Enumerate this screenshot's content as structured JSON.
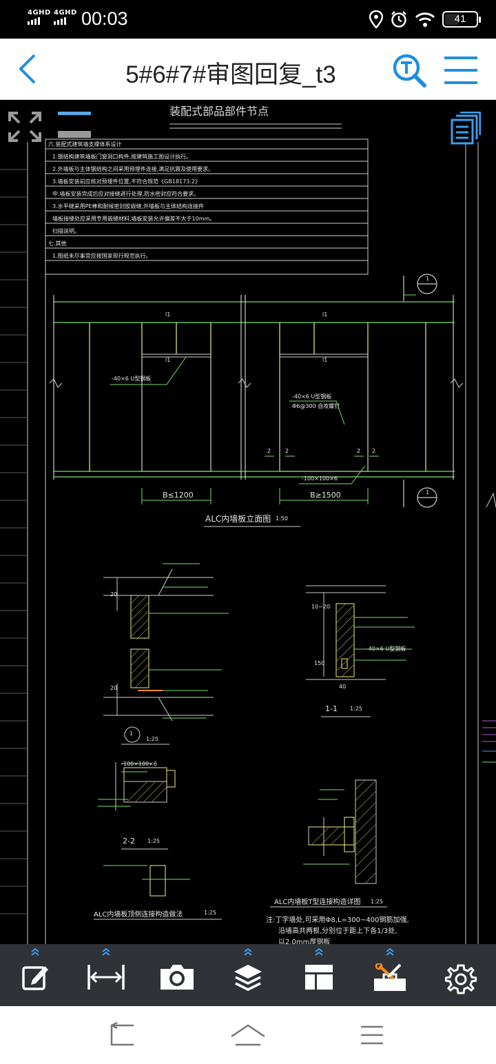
{
  "status_bar": {
    "signal_1": "4GHD",
    "signal_2": "4GHD",
    "time": "00:03",
    "battery": "41",
    "icons": [
      "location-icon",
      "alarm-icon",
      "wifi-icon"
    ]
  },
  "header": {
    "title": "5#6#7#审图回复_t3",
    "accent": "#1e8fe0"
  },
  "drawing": {
    "sheet_title": "装配式部品部件节点",
    "notes": [
      "六.装配式建筑墙支撑体系设计",
      "1.钢结构建筑墙板门窗洞口构件,按建筑施工图设计执行。",
      "2.外墙板与主体钢结构之间采用预埋件连接,满足抗震及使用要求。",
      "3.墙板安装前应核对预埋件位置,不符合规范《GB18173.2》",
      "中.墙板安装完成后应对接缝进行处理,防水密封应符合要求。",
      "3.水平缝采用PE棒和耐候密封胶嵌缝,外墙板与主体结构连接件",
      "墙板接缝处应采用专用嵌缝材料,墙板安装允许偏差不大于10mm。",
      "扫描说明。",
      "七.其他",
      "1.图纸未尽事宜应按国家现行规范执行。"
    ],
    "labels": {
      "l1": "l1",
      "u_steel_1": "-40×6 U型钢板",
      "u_steel_2": "-40×6 U型钢板",
      "bolt": "Φ6@300 自攻螺钉",
      "plate": "-100×100×6",
      "b_le": "B≤1200",
      "b_ge": "B≥1500",
      "num_2": "2",
      "num_1": "1",
      "view_title": "ALC内墙板立面图",
      "scale_50": "1:50",
      "section_11": "1-1",
      "section_22": "2-2",
      "scale_25": "1:25",
      "detail_title_1": "ALC内墙板T型连接构造详图",
      "detail_title_2": "ALC内墙板顶侧连接构造做法",
      "dim_20": "20",
      "dim_40": "40",
      "dim_150": "150",
      "dim_1020": "10~20",
      "note_t": "注:丁字墙处,可采用Φ8,L=300~400钢筋加强,",
      "note_t2": "沿墙高共两根,分别位于距上下各1/3处,",
      "note_t3": "以2.0mm厚钢板"
    }
  },
  "toolbar": {
    "items": [
      "edit",
      "measure",
      "screenshot",
      "layers",
      "layout",
      "tools",
      "settings"
    ]
  },
  "colors": {
    "cad_line_green": "#78e06a",
    "cad_line_yellow": "#f4f07a",
    "cad_text": "#e6e6e6",
    "toolbar_bg": "#2f3337",
    "up_arrow": "#3aa0f0"
  }
}
